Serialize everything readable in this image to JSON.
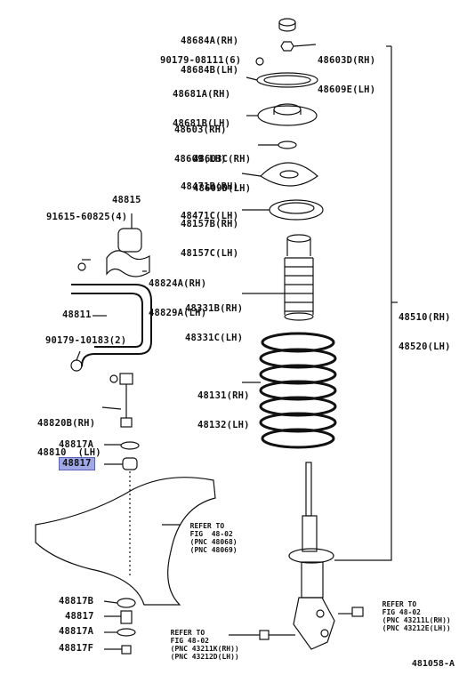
{
  "labels": {
    "p48684": {
      "rh": "48684A(RH)",
      "lh": "48684B(LH)"
    },
    "p48603d": {
      "rh": "48603D(RH)",
      "lh": "48609E(LH)"
    },
    "p90179a": "90179-08111(6)",
    "p48681": {
      "rh": "48681A(RH)",
      "lh": "48681B(LH)"
    },
    "p48603": {
      "rh": "48603(RH)",
      "lh": "48609(LH)"
    },
    "p48603c": {
      "rh": "48603C(RH)",
      "lh": "48609D(LH)"
    },
    "p48471": {
      "rh": "48471B(RH)",
      "lh": "48471C(LH)"
    },
    "p48815": "48815",
    "p91615": "91615-60825(4)",
    "p48157": {
      "rh": "48157B(RH)",
      "lh": "48157C(LH)"
    },
    "p48824": {
      "rh": "48824A(RH)",
      "lh": "48829A(LH)"
    },
    "p48331": {
      "rh": "48331B(RH)",
      "lh": "48331C(LH)"
    },
    "p48510": {
      "rh": "48510(RH)",
      "lh": "48520(LH)"
    },
    "p48811": "48811",
    "p90179b": "90179-10183(2)",
    "p48131": {
      "rh": "48131(RH)",
      "lh": "48132(LH)"
    },
    "p48820": {
      "rh": "48820B(RH)",
      "lh": "48810  (LH)"
    },
    "p48817a_top": "48817A",
    "p48817_hl": "48817",
    "p48817b": "48817B",
    "p48817_mid": "48817",
    "p48817a_bot": "48817A",
    "p48817f": "48817F"
  },
  "refs": {
    "ref_arm": {
      "l1": "REFER TO",
      "l2": "FIG  48-02",
      "l3": "(PNC 48068)",
      "l4": "(PNC 48069)"
    },
    "ref_right": {
      "l1": "REFER TO",
      "l2": "FIG 48-02",
      "l3": "(PNC 43211L(RH))",
      "l4": "(PNC 43212E(LH))"
    },
    "ref_bottom": {
      "l1": "REFER TO",
      "l2": "FIG 48-02",
      "l3": "(PNC 43211K(RH))",
      "l4": "(PNC 43212D(LH))"
    }
  },
  "figure_code": "481058-A",
  "highlight_color": "#9fa8e6"
}
